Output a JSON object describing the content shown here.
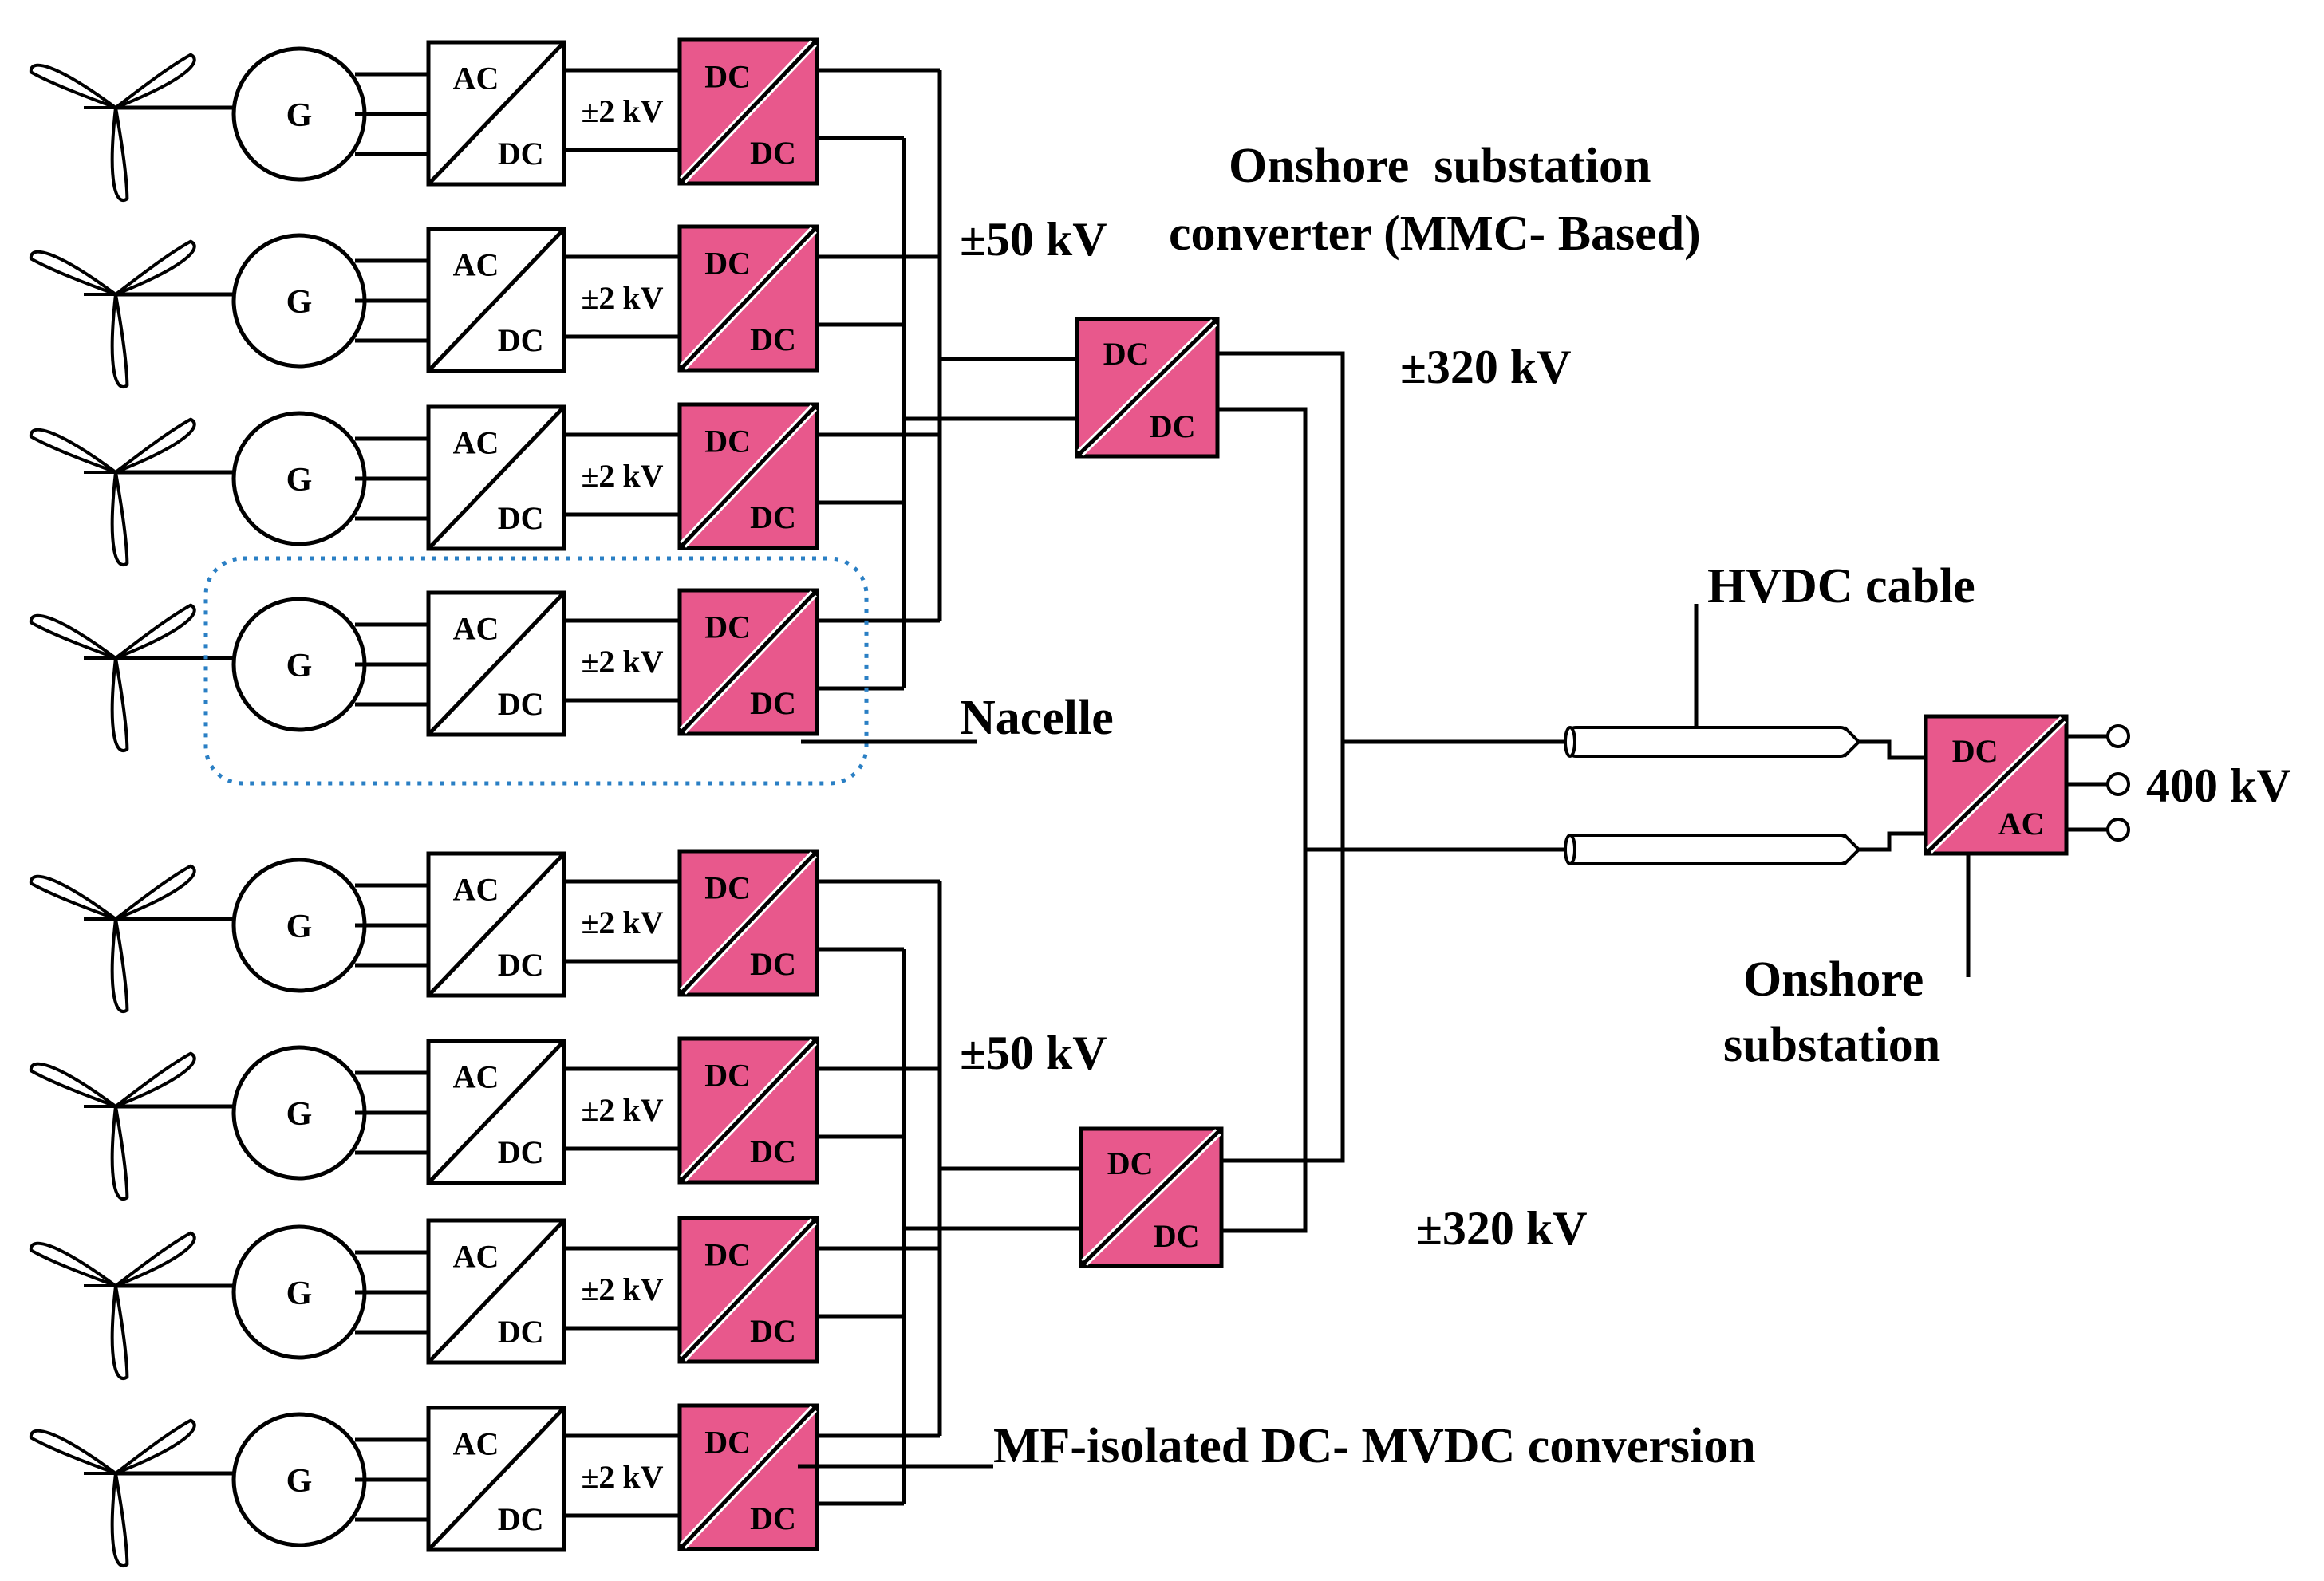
{
  "turbines": [
    {
      "generator_label": "G",
      "rectifier_top": "AC",
      "rectifier_bottom": "DC",
      "link_voltage": "±2 kV",
      "converter_top": "DC",
      "converter_bottom": "DC"
    },
    {
      "generator_label": "G",
      "rectifier_top": "AC",
      "rectifier_bottom": "DC",
      "link_voltage": "±2 kV",
      "converter_top": "DC",
      "converter_bottom": "DC"
    },
    {
      "generator_label": "G",
      "rectifier_top": "AC",
      "rectifier_bottom": "DC",
      "link_voltage": "±2 kV",
      "converter_top": "DC",
      "converter_bottom": "DC"
    },
    {
      "generator_label": "G",
      "rectifier_top": "AC",
      "rectifier_bottom": "DC",
      "link_voltage": "±2 kV",
      "converter_top": "DC",
      "converter_bottom": "DC"
    },
    {
      "generator_label": "G",
      "rectifier_top": "AC",
      "rectifier_bottom": "DC",
      "link_voltage": "±2 kV",
      "converter_top": "DC",
      "converter_bottom": "DC"
    },
    {
      "generator_label": "G",
      "rectifier_top": "AC",
      "rectifier_bottom": "DC",
      "link_voltage": "±2 kV",
      "converter_top": "DC",
      "converter_bottom": "DC"
    },
    {
      "generator_label": "G",
      "rectifier_top": "AC",
      "rectifier_bottom": "DC",
      "link_voltage": "±2 kV",
      "converter_top": "DC",
      "converter_bottom": "DC"
    },
    {
      "generator_label": "G",
      "rectifier_top": "AC",
      "rectifier_bottom": "DC",
      "link_voltage": "±2 kV",
      "converter_top": "DC",
      "converter_bottom": "DC"
    }
  ],
  "clusters": [
    {
      "bus_voltage": "±50 kV",
      "converter_top": "DC",
      "converter_bottom": "DC",
      "output_voltage": "±320 kV"
    },
    {
      "bus_voltage": "±50 kV",
      "converter_top": "DC",
      "converter_bottom": "DC",
      "output_voltage": "±320 kV"
    }
  ],
  "labels": {
    "onshore_converter_line1": "Onshore  substation",
    "onshore_converter_line2": "converter (MMC- Based)",
    "nacelle": "Nacelle",
    "hvdc_cable": "HVDC cable",
    "onshore_substation_line1": "Onshore",
    "onshore_substation_line2": "substation",
    "mf_conversion": "MF-isolated DC- MVDC conversion"
  },
  "onshore_converter": {
    "top": "DC",
    "bottom": "AC"
  },
  "grid_voltage": "400 kV",
  "colors": {
    "converter_fill": "#e8588c",
    "line": "#000000",
    "nacelle_outline": "#2a7fc4",
    "background": "#ffffff"
  }
}
